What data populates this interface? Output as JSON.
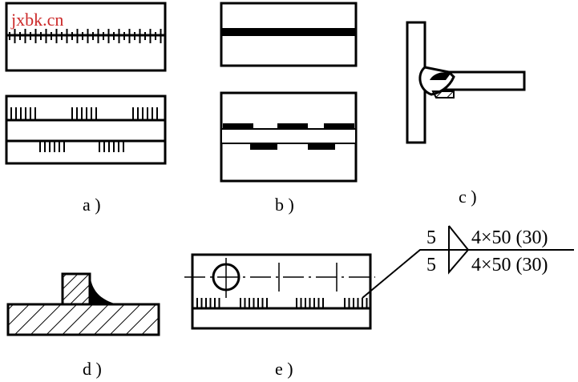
{
  "watermark": "jxbk.cn",
  "captions": {
    "a": "a )",
    "b": "b )",
    "c": "c )",
    "d": "d )",
    "e": "e )"
  },
  "weld_symbol": {
    "top_size": "5",
    "top_spec": "4×50 (30)",
    "bottom_size": "5",
    "bottom_spec": "4×50 (30)"
  },
  "colors": {
    "ink": "#000000",
    "watermark": "#cc2a2a",
    "paper": "#ffffff"
  }
}
